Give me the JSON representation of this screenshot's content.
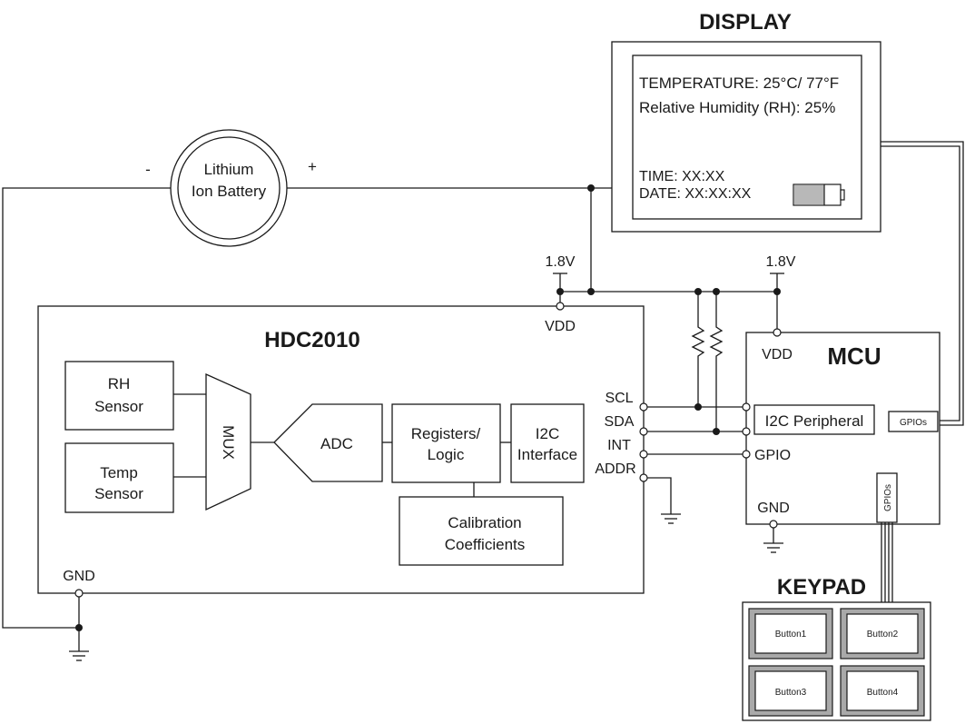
{
  "titles": {
    "display": "DISPLAY",
    "hdc": "HDC2010",
    "mcu": "MCU",
    "keypad": "KEYPAD"
  },
  "battery": {
    "line1": "Lithium",
    "line2": "Ion Battery",
    "minus": "-",
    "plus": "+"
  },
  "display": {
    "temperature": "TEMPERATURE: 25°C/ 77°F",
    "humidity": "Relative Humidity (RH): 25%",
    "time": "TIME: XX:XX",
    "date": "DATE: XX:XX:XX"
  },
  "supply": {
    "left": "1.8V",
    "right": "1.8V"
  },
  "hdc": {
    "vdd": "VDD",
    "gnd": "GND",
    "rh_sensor": [
      "RH",
      "Sensor"
    ],
    "temp_sensor": [
      "Temp",
      "Sensor"
    ],
    "mux": "MUX",
    "adc": "ADC",
    "registers": [
      "Registers/",
      "Logic"
    ],
    "i2c": [
      "I2C",
      "Interface"
    ],
    "calibration": [
      "Calibration",
      "Coefficients"
    ],
    "pins": [
      "SCL",
      "SDA",
      "INT",
      "ADDR"
    ]
  },
  "mcu": {
    "vdd": "VDD",
    "gnd": "GND",
    "i2c_peripheral": "I2C Peripheral",
    "gpio": "GPIO",
    "gpios_right": "GPIOs",
    "gpios_bottom": "GPIOs"
  },
  "keypad": {
    "buttons": [
      "Button1",
      "Button2",
      "Button3",
      "Button4"
    ]
  }
}
